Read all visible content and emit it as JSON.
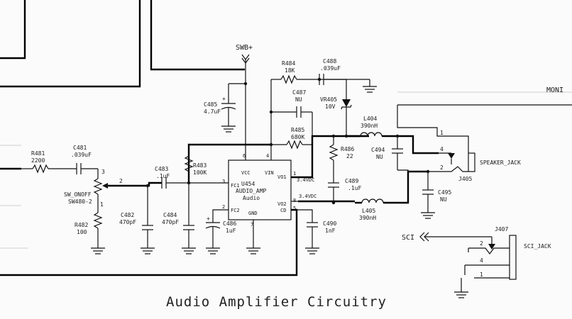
{
  "title": "Audio Amplifier Circuitry",
  "off_page": {
    "moni": "MONI"
  },
  "power": {
    "swb": "SWB+"
  },
  "resistors": {
    "r481": {
      "ref": "R481",
      "value": "2200"
    },
    "r482": {
      "ref": "R482",
      "value": "100"
    },
    "r483": {
      "ref": "R483",
      "value": "100K"
    },
    "r484": {
      "ref": "R484",
      "value": "18K"
    },
    "r485": {
      "ref": "R485",
      "value": "680K"
    },
    "r486": {
      "ref": "R486",
      "value": "22"
    }
  },
  "capacitors": {
    "c481": {
      "ref": "C481",
      "value": ".039uF"
    },
    "c482": {
      "ref": "C482",
      "value": "470pF"
    },
    "c483": {
      "ref": "C483",
      "value": ".1uF"
    },
    "c484": {
      "ref": "C484",
      "value": "470pF"
    },
    "c485": {
      "ref": "C485",
      "value": "4.7uF"
    },
    "c486": {
      "ref": "C486",
      "value": "1uF"
    },
    "c487": {
      "ref": "C487",
      "value": "NU"
    },
    "c488": {
      "ref": "C488",
      "value": ".039uF"
    },
    "c489": {
      "ref": "C489",
      "value": ".1uF"
    },
    "c490": {
      "ref": "C490",
      "value": "1nF"
    },
    "c494": {
      "ref": "C494",
      "value": "NU"
    },
    "c495": {
      "ref": "C495",
      "value": "NU"
    }
  },
  "inductors": {
    "l404": {
      "ref": "L404",
      "value": "390nH"
    },
    "l405": {
      "ref": "L405",
      "value": "390nH"
    }
  },
  "diode": {
    "ref": "VR405",
    "value": "10V"
  },
  "switch": {
    "name": "SW_ONOFF",
    "ref": "SW480-2",
    "pin_3": "3",
    "pin_1": "1",
    "pin_2": "2"
  },
  "ic": {
    "ref": "U454",
    "name": "AUDIO_AMP",
    "desc": "Audio",
    "pins": {
      "vcc": "VCC",
      "vin": "VIN",
      "vo1": "VO1",
      "vo2": "VO2",
      "fc1": "FC1",
      "fc2": "FC2",
      "gnd": "GND",
      "cd": "CD"
    },
    "pin_numbers": {
      "p6": "6",
      "p4": "4",
      "p1": "1",
      "p3": "3",
      "p2": "2",
      "p7": "7",
      "p8": "8",
      "p5": "5"
    }
  },
  "voltages": {
    "v1": "3.4VDC",
    "v2": "3.4VDC"
  },
  "net_numbers": {
    "n2": "2"
  },
  "connectors": {
    "j405": {
      "ref": "J405",
      "name": "SPEAKER_JACK",
      "pin_1": "1",
      "pin_4": "4",
      "pin_2": "2"
    },
    "j407": {
      "ref": "J407",
      "name": "SCI_JACK",
      "pin_2": "2",
      "pin_4": "4",
      "pin_1": "1"
    }
  },
  "signals": {
    "sci": "SCI"
  }
}
